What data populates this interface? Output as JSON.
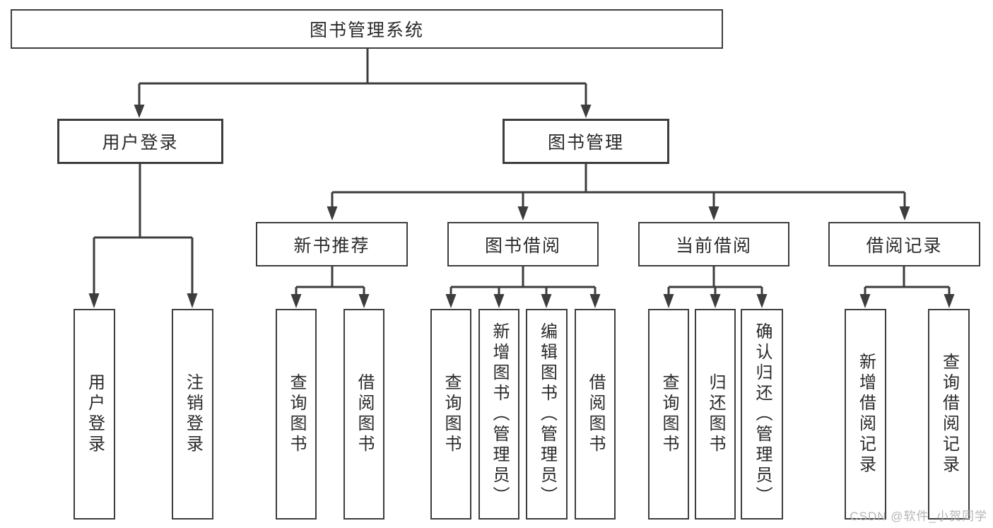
{
  "diagram": {
    "root": "图书管理系统",
    "level2": {
      "user": {
        "label": "用户登录",
        "children": [
          "用户登录",
          "注销登录"
        ]
      },
      "books": {
        "label": "图书管理",
        "groups": [
          {
            "label": "新书推荐",
            "children": [
              "查询图书",
              "借阅图书"
            ]
          },
          {
            "label": "图书借阅",
            "children": [
              "查询图书",
              "新增图书（管理员）",
              "编辑图书（管理员）",
              "借阅图书"
            ]
          },
          {
            "label": "当前借阅",
            "children": [
              "查询图书",
              "归还图书",
              "确认归还（管理员）"
            ]
          },
          {
            "label": "借阅记录",
            "children": [
              "新增借阅记录",
              "查询借阅记录"
            ]
          }
        ]
      }
    }
  },
  "watermark": {
    "text": "CSDN @软件_小贺同学"
  },
  "colors": {
    "line": "#3d3d3d",
    "text": "#2a2a2a",
    "background": "#ffffff",
    "watermark": "#b5b5b5"
  }
}
